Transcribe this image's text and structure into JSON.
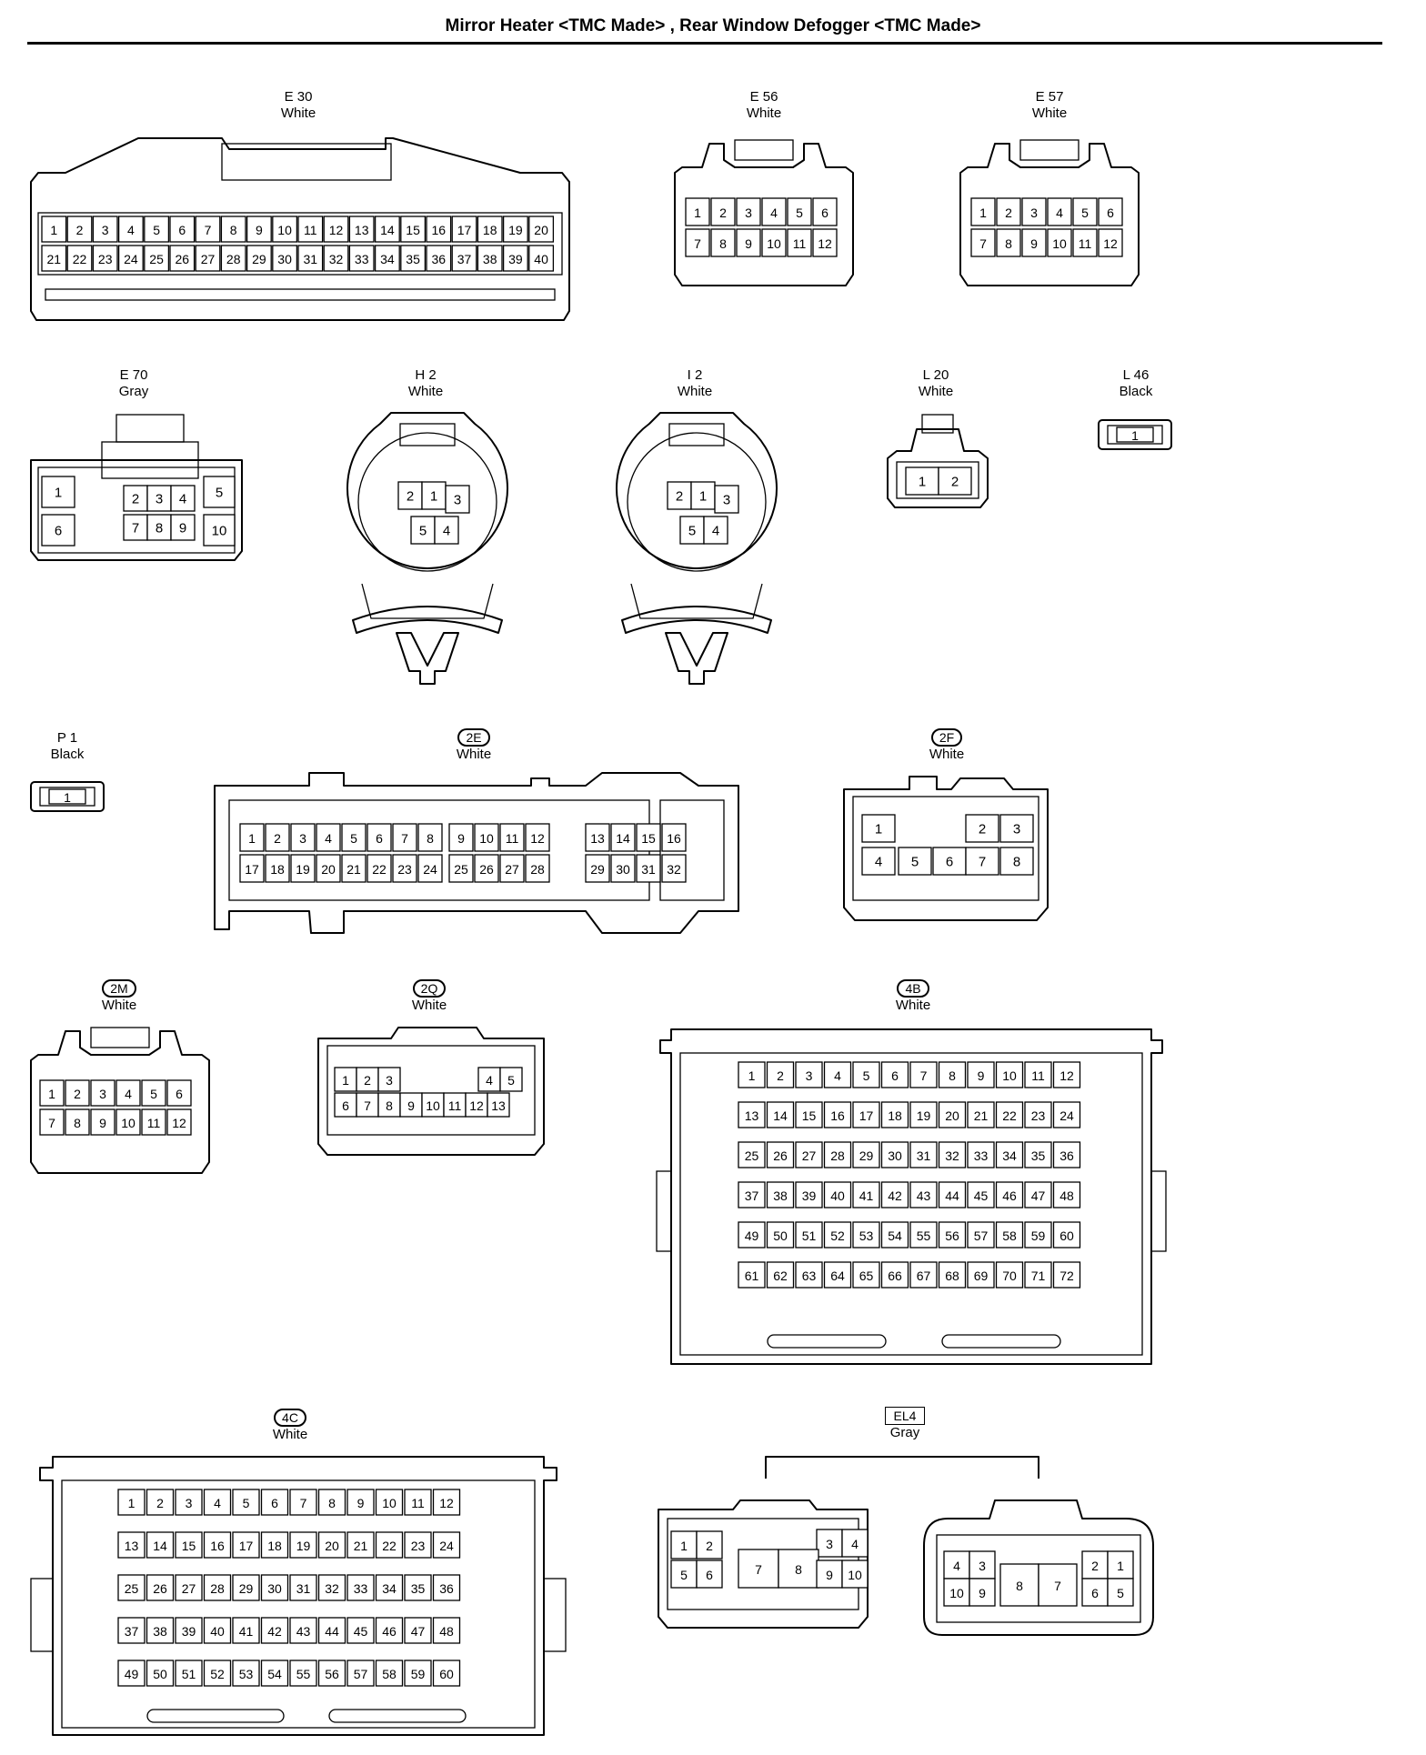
{
  "title": "Mirror Heater <TMC Made> , Rear Window Defogger <TMC Made>",
  "connectors": {
    "e30": {
      "name": "E 30",
      "color": "White"
    },
    "e56": {
      "name": "E 56",
      "color": "White"
    },
    "e57": {
      "name": "E 57",
      "color": "White"
    },
    "e70": {
      "name": "E 70",
      "color": "Gray"
    },
    "h2": {
      "name": "H 2",
      "color": "White"
    },
    "i2": {
      "name": "I 2",
      "color": "White"
    },
    "l20": {
      "name": "L 20",
      "color": "White"
    },
    "l46": {
      "name": "L 46",
      "color": "Black"
    },
    "p1": {
      "name": "P 1",
      "color": "Black"
    },
    "c2e": {
      "name": "2E",
      "color": "White"
    },
    "c2f": {
      "name": "2F",
      "color": "White"
    },
    "c2m": {
      "name": "2M",
      "color": "White"
    },
    "c2q": {
      "name": "2Q",
      "color": "White"
    },
    "c4b": {
      "name": "4B",
      "color": "White"
    },
    "c4c": {
      "name": "4C",
      "color": "White"
    },
    "el4": {
      "name": "EL4",
      "color": "Gray"
    }
  },
  "pins": {
    "e30": [
      [
        "1",
        "2",
        "3",
        "4",
        "5",
        "6",
        "7",
        "8",
        "9",
        "10",
        "11",
        "12",
        "13",
        "14",
        "15",
        "16",
        "17",
        "18",
        "19",
        "20"
      ],
      [
        "21",
        "22",
        "23",
        "24",
        "25",
        "26",
        "27",
        "28",
        "29",
        "30",
        "31",
        "32",
        "33",
        "34",
        "35",
        "36",
        "37",
        "38",
        "39",
        "40"
      ]
    ],
    "e56": [
      [
        "1",
        "2",
        "3",
        "4",
        "5",
        "6"
      ],
      [
        "7",
        "8",
        "9",
        "10",
        "11",
        "12"
      ]
    ],
    "e57": [
      [
        "1",
        "2",
        "3",
        "4",
        "5",
        "6"
      ],
      [
        "7",
        "8",
        "9",
        "10",
        "11",
        "12"
      ]
    ],
    "e70": [
      "1",
      "2",
      "3",
      "4",
      "5",
      "6",
      "7",
      "8",
      "9",
      "10"
    ],
    "h2": [
      "2",
      "1",
      "3",
      "5",
      "4"
    ],
    "i2": [
      "2",
      "1",
      "3",
      "5",
      "4"
    ],
    "l20": [
      "1",
      "2"
    ],
    "l46": [
      "1"
    ],
    "p1": [
      "1"
    ],
    "c2e": [
      [
        "1",
        "2",
        "3",
        "4",
        "5",
        "6",
        "7",
        "8"
      ],
      [
        "17",
        "18",
        "19",
        "20",
        "21",
        "22",
        "23",
        "24"
      ],
      [
        "9",
        "10",
        "11",
        "12"
      ],
      [
        "25",
        "26",
        "27",
        "28"
      ],
      [
        "13",
        "14",
        "15",
        "16"
      ],
      [
        "29",
        "30",
        "31",
        "32"
      ]
    ],
    "c2f": [
      "1",
      "2",
      "3",
      "4",
      "5",
      "6",
      "7",
      "8"
    ],
    "c2m": [
      [
        "1",
        "2",
        "3",
        "4",
        "5",
        "6"
      ],
      [
        "7",
        "8",
        "9",
        "10",
        "11",
        "12"
      ]
    ],
    "c2q": [
      "1",
      "2",
      "3",
      "4",
      "5",
      "6",
      "7",
      "8",
      "9",
      "10",
      "11",
      "12",
      "13"
    ],
    "c4b": [
      [
        "1",
        "2",
        "3",
        "4",
        "5",
        "6",
        "7",
        "8",
        "9",
        "10",
        "11",
        "12"
      ],
      [
        "13",
        "14",
        "15",
        "16",
        "17",
        "18",
        "19",
        "20",
        "21",
        "22",
        "23",
        "24"
      ],
      [
        "25",
        "26",
        "27",
        "28",
        "29",
        "30",
        "31",
        "32",
        "33",
        "34",
        "35",
        "36"
      ],
      [
        "37",
        "38",
        "39",
        "40",
        "41",
        "42",
        "43",
        "44",
        "45",
        "46",
        "47",
        "48"
      ],
      [
        "49",
        "50",
        "51",
        "52",
        "53",
        "54",
        "55",
        "56",
        "57",
        "58",
        "59",
        "60"
      ],
      [
        "61",
        "62",
        "63",
        "64",
        "65",
        "66",
        "67",
        "68",
        "69",
        "70",
        "71",
        "72"
      ]
    ],
    "c4c": [
      [
        "1",
        "2",
        "3",
        "4",
        "5",
        "6",
        "7",
        "8",
        "9",
        "10",
        "11",
        "12"
      ],
      [
        "13",
        "14",
        "15",
        "16",
        "17",
        "18",
        "19",
        "20",
        "21",
        "22",
        "23",
        "24"
      ],
      [
        "25",
        "26",
        "27",
        "28",
        "29",
        "30",
        "31",
        "32",
        "33",
        "34",
        "35",
        "36"
      ],
      [
        "37",
        "38",
        "39",
        "40",
        "41",
        "42",
        "43",
        "44",
        "45",
        "46",
        "47",
        "48"
      ],
      [
        "49",
        "50",
        "51",
        "52",
        "53",
        "54",
        "55",
        "56",
        "57",
        "58",
        "59",
        "60"
      ]
    ],
    "el4_left": [
      "1",
      "2",
      "3",
      "4",
      "5",
      "6",
      "7",
      "8",
      "9",
      "10"
    ],
    "el4_right": [
      "4",
      "3",
      "2",
      "1",
      "10",
      "9",
      "8",
      "7",
      "6",
      "5"
    ]
  }
}
